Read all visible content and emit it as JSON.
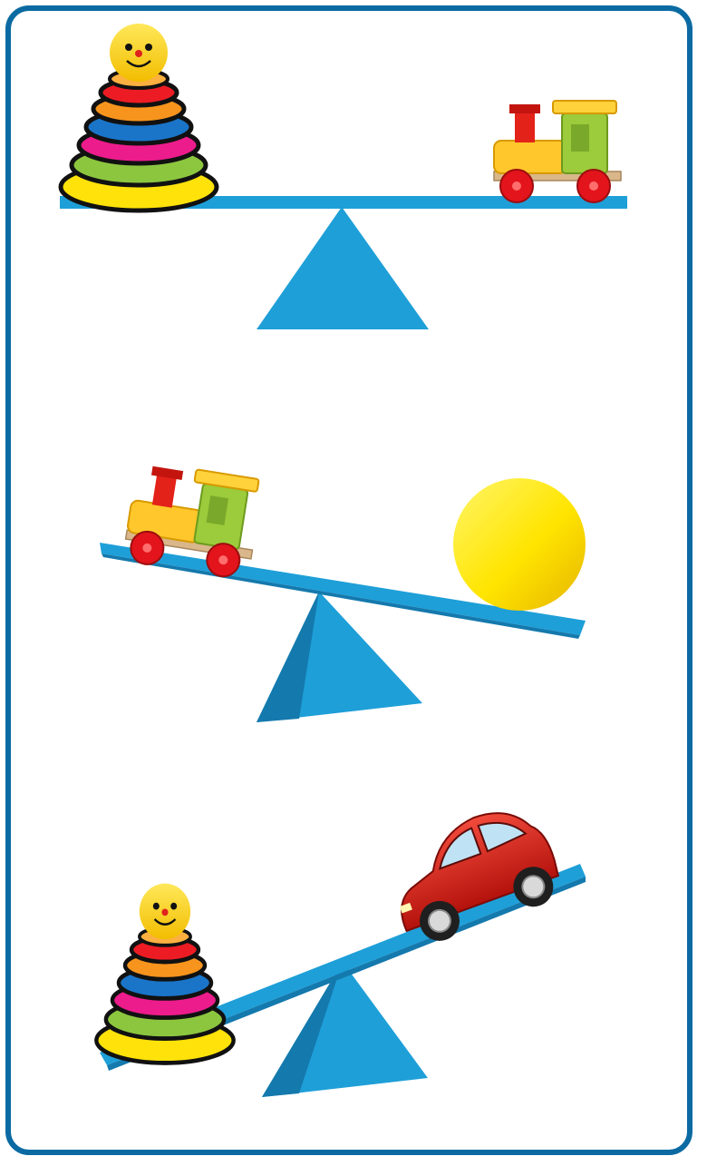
{
  "scenes": [
    {
      "state": "balanced",
      "left_object": "stacking-ring-toy",
      "right_object": "toy-train"
    },
    {
      "state": "left-side-up",
      "left_object": "toy-train",
      "right_object": "yellow-ball"
    },
    {
      "state": "right-side-up",
      "left_object": "stacking-ring-toy",
      "right_object": "red-toy-car"
    }
  ],
  "colors": {
    "frame": "#0b6aa2",
    "seesaw": "#1e9fd8",
    "seesaw_shade": "#1479ad"
  }
}
